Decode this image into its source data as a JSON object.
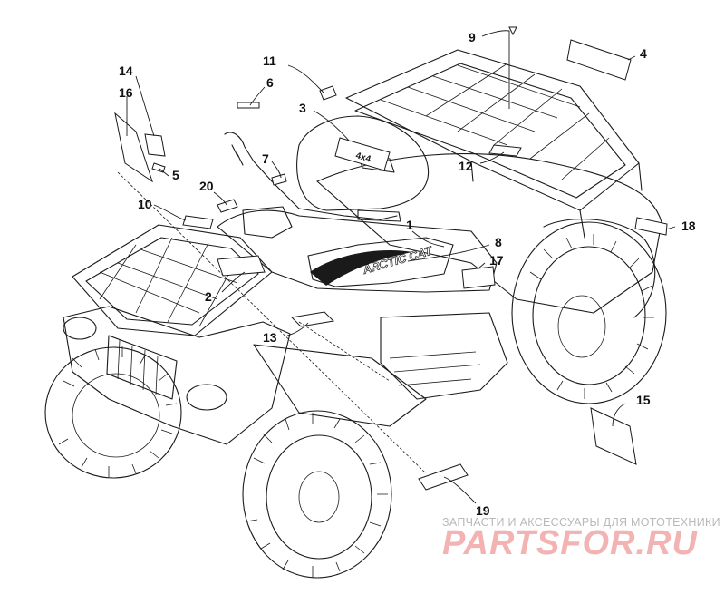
{
  "callouts": [
    "1",
    "2",
    "3",
    "4",
    "5",
    "6",
    "7",
    "8",
    "9",
    "10",
    "11",
    "12",
    "13",
    "14",
    "15",
    "16",
    "17",
    "18",
    "19",
    "20"
  ],
  "decal_texts": {
    "arctic_cat": "ARCTIC CAT",
    "four_by_four": "4x4"
  },
  "watermark": {
    "subtitle": "ЗАПЧАСТИ И АКСЕССУАРЫ ДЛЯ МОТОТЕХНИКИ",
    "logo": "PARTSFOR.RU"
  },
  "colors": {
    "line": "#1a1a1a",
    "watermark_red": "#f3b3b3",
    "watermark_gray": "#b9b9b9"
  }
}
